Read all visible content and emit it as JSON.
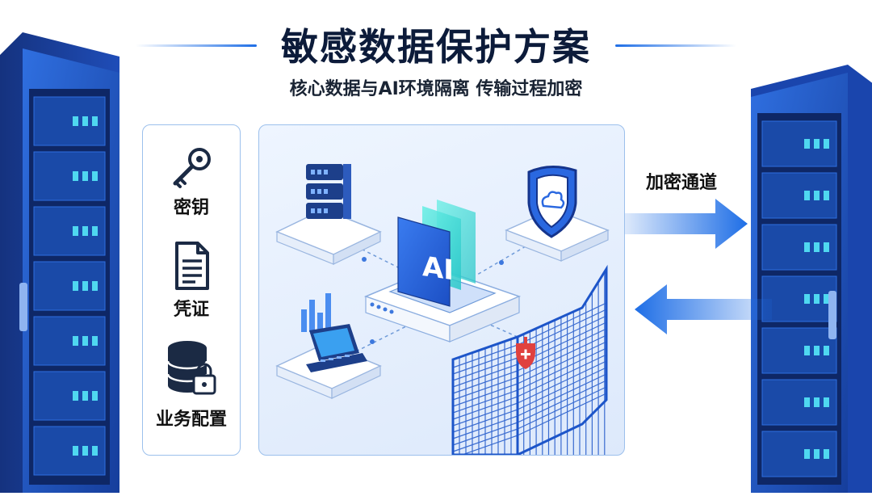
{
  "header": {
    "title": "敏感数据保护方案",
    "subtitle": "核心数据与AI环境隔离  传输过程加密"
  },
  "left_panel": {
    "items": [
      {
        "label": "密钥",
        "icon": "key-icon"
      },
      {
        "label": "凭证",
        "icon": "document-icon"
      },
      {
        "label": "业务配置",
        "icon": "database-lock-icon"
      }
    ]
  },
  "center": {
    "ai_label": "AI",
    "nodes": [
      "server-icon",
      "shield-icon",
      "laptop-icon",
      "fence-icon"
    ]
  },
  "channel": {
    "label": "加密通道"
  },
  "colors": {
    "accent": "#1e6ee6",
    "dark_blue": "#1d3f8a",
    "teal": "#3fd9d0"
  }
}
